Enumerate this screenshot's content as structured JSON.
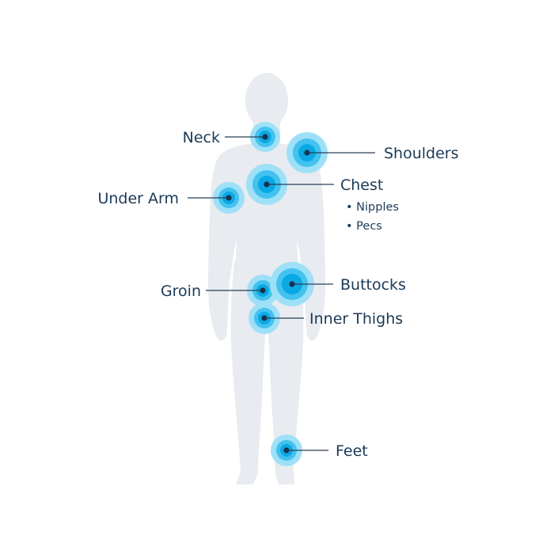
{
  "colors": {
    "body": "#e8ebf0",
    "ring_outer": "#9ee0f8",
    "ring_mid": "#43c2ef",
    "ring_core": "#0aa8e4",
    "dot": "#17324d",
    "text": "#1b3a57"
  },
  "labels": {
    "neck": "Neck",
    "shoulders": "Shoulders",
    "chest": "Chest",
    "chest_sub": [
      "Nipples",
      "Pecs"
    ],
    "under_arm": "Under Arm",
    "groin": "Groin",
    "buttocks": "Buttocks",
    "inner_thighs": "Inner Thighs",
    "feet": "Feet"
  }
}
